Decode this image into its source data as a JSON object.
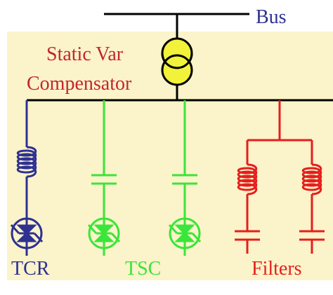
{
  "diagram": {
    "bus_label": "Bus",
    "title_line1": "Static Var",
    "title_line2": "Compensator",
    "tcr_label": "TCR",
    "tsc_label": "TSC",
    "filters_label": "Filters"
  },
  "colors": {
    "panel_background": "#fbf3c9",
    "bus_text": "#2e3192",
    "title_text": "#c1272d",
    "tcr": "#2e3192",
    "tsc": "#39e639",
    "filters": "#e61e1e",
    "transformer_fill": "#f2f23a",
    "lines": "#000000"
  }
}
